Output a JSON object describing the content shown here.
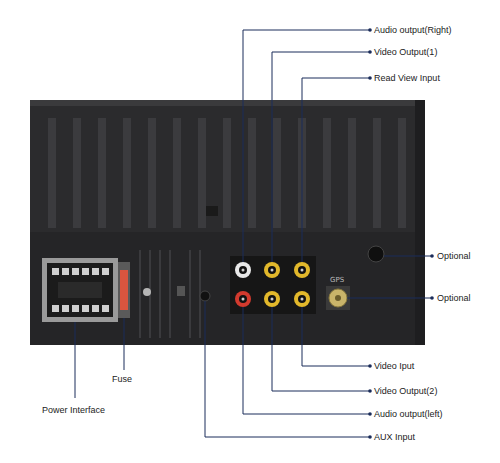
{
  "diagram": {
    "labels": [
      "Audio output(Right)",
      "Video Output(1)",
      "Read View Input",
      "Optional",
      "GPS",
      "Optional",
      "Video Iput",
      "Video Output(2)",
      "Audio output(left)",
      "AUX Input",
      "Fuse",
      "Power Interface"
    ]
  }
}
